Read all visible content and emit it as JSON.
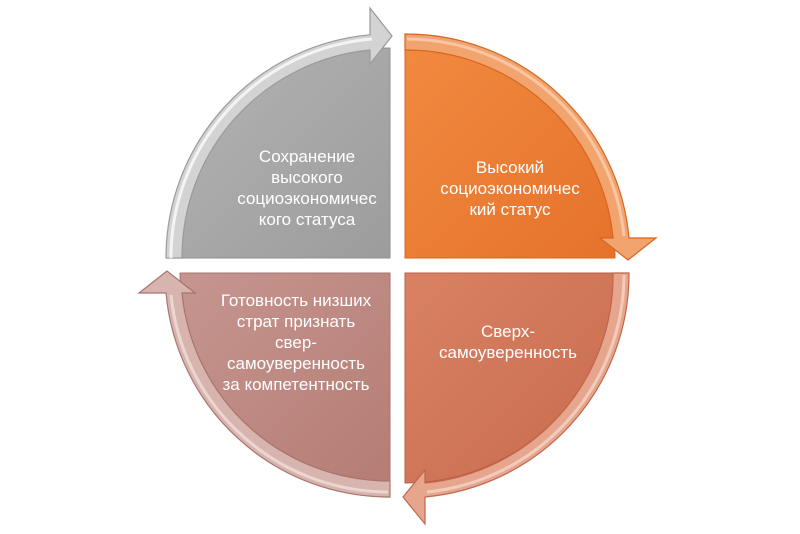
{
  "cycle": {
    "steps": [
      {
        "id": "top-left",
        "label": "Сохранение\nвысокого\nсоциоэкономичес\nкого статуса",
        "color": "#a6a6a6",
        "arrow_color": "#cfcfcf"
      },
      {
        "id": "top-right",
        "label": "Высокий\nсоциоэкономичес\nкий статус",
        "color": "#ed7d31",
        "arrow_color": "#f2a46e"
      },
      {
        "id": "bottom-right",
        "label": "Сверх-\nсамоуверенность",
        "color": "#d3785a",
        "arrow_color": "#e6a58d"
      },
      {
        "id": "bottom-left",
        "label": "Готовность низших\nстрат признать\nсвер-\nсамоуверенность\nза компетентность",
        "color": "#bf8a82",
        "arrow_color": "#d8b4ae"
      }
    ]
  }
}
